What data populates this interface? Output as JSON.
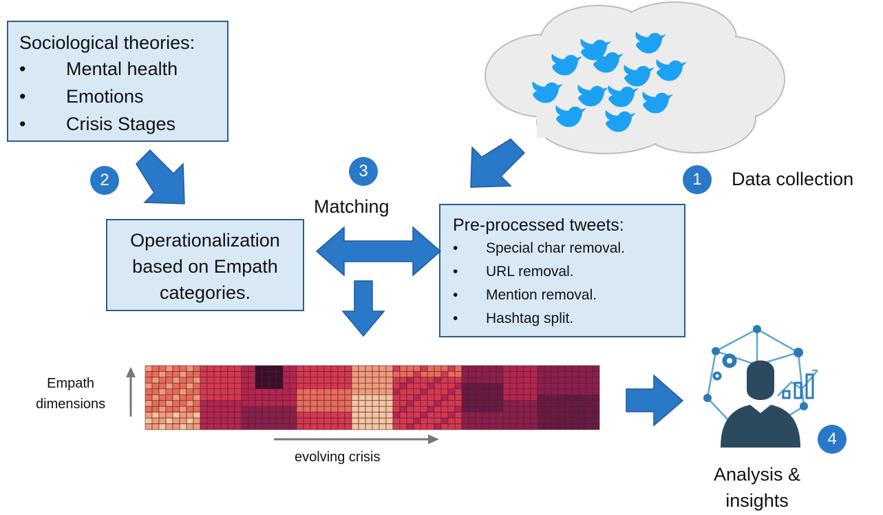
{
  "theories": {
    "title": "Sociological theories:",
    "items": [
      "Mental health",
      "Emotions",
      "Crisis Stages"
    ]
  },
  "operationalization": {
    "line1": "Operationalization",
    "line2": "based on Empath",
    "line3": "categories."
  },
  "tweets": {
    "title": "Pre-processed tweets:",
    "items": [
      "Special char removal.",
      "URL removal.",
      "Mention removal.",
      "Hashtag split."
    ]
  },
  "steps": {
    "s1": "1",
    "s1_label": "Data collection",
    "s2": "2",
    "s3": "3",
    "s3_label": "Matching",
    "s4": "4",
    "s4_label_line1": "Analysis &",
    "s4_label_line2": "insights"
  },
  "heatmap": {
    "y_label_line1": "Empath",
    "y_label_line2": "dimensions",
    "x_label": "evolving crisis",
    "rows": 11,
    "cols": 66
  },
  "colors": {
    "accent": "#2a78c8",
    "box_fill": "#d9e8f5",
    "box_border": "#2f5d8a",
    "twitter_blue": "#1da1f2",
    "cloud_fill": "#ececec",
    "analysis_figure": "#2b4a5e"
  },
  "icons": {
    "cloud": "twitter-cloud-icon",
    "analysis": "analyst-network-icon"
  }
}
